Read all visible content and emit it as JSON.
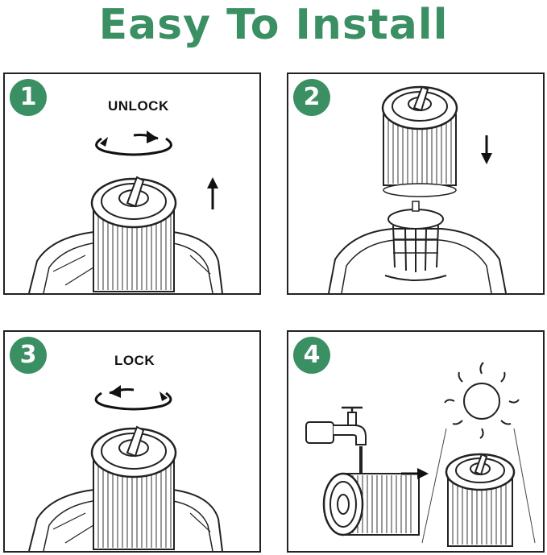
{
  "title": "Easy To Install",
  "colors": {
    "accent": "#3a8f63",
    "ink": "#222222"
  },
  "steps": [
    {
      "number": "1",
      "label": "UNLOCK"
    },
    {
      "number": "2",
      "label": ""
    },
    {
      "number": "3",
      "label": "LOCK"
    },
    {
      "number": "4",
      "label": ""
    }
  ]
}
